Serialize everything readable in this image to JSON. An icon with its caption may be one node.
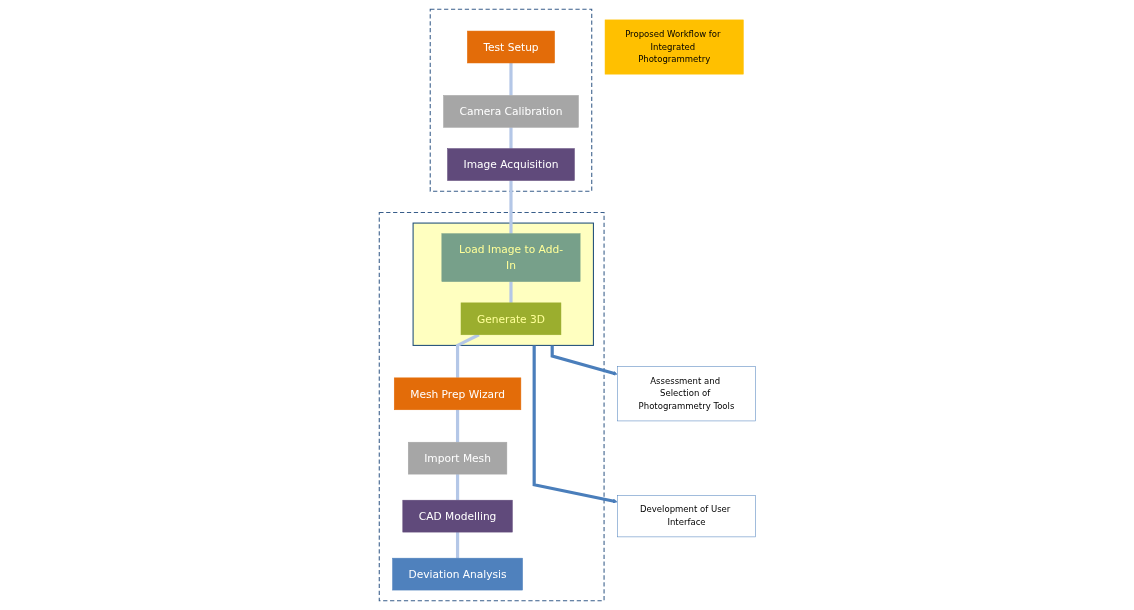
{
  "diagram": {
    "nodes": [
      {
        "text": [],
        "shape": "box"
      },
      {
        "text": [
          "Test Setup"
        ],
        "in": 0
      },
      {
        "text": [
          "Camera Calibration"
        ],
        "in": 0
      },
      {
        "text": [
          "Image Acquisition"
        ],
        "in": 0
      },
      {
        "text": [],
        "shape": "box"
      },
      {
        "text": [
          "Mesh Prep Wizard"
        ],
        "in": 4
      },
      {
        "text": [
          "Import Mesh"
        ],
        "in": 4
      },
      {
        "text": [],
        "shape": "box",
        "in": 4
      },
      {
        "text": [
          "Generate 3D"
        ],
        "in": 7
      },
      {
        "text": [
          "Load Image to Add-In"
        ],
        "in": 7
      },
      {
        "text": [
          "CAD Modelling"
        ],
        "in": 4
      },
      {
        "text": [
          "Deviation Analysis"
        ],
        "in": 4
      },
      {
        "text": [
          "Proposed Workflow for Integrated Photogrammetry"
        ]
      },
      {
        "text": [
          "Assessment and Selection of Photogrammetry Tools"
        ]
      },
      {
        "text": [
          "Development of User Interface"
        ]
      }
    ],
    "edges": [
      {
        "from": 1,
        "to": 2,
        "arrow": "none"
      },
      {
        "from": 2,
        "to": 3,
        "arrow": "none"
      },
      {
        "from": 3,
        "to": 9,
        "arrow": "none"
      },
      {
        "from": 9,
        "to": 8,
        "arrow": "none"
      },
      {
        "from": 8,
        "to": 5,
        "arrow": "none"
      },
      {
        "from": 5,
        "to": 6,
        "arrow": "none"
      },
      {
        "from": 6,
        "to": 10,
        "arrow": "none"
      },
      {
        "from": 10,
        "to": 11,
        "arrow": "none"
      },
      {
        "from": 7,
        "to": 13,
        "arrow": "to",
        "color": "#4a7ebb"
      },
      {
        "from": 7,
        "to": 14,
        "arrow": "to",
        "color": "#4a7ebb"
      }
    ]
  }
}
